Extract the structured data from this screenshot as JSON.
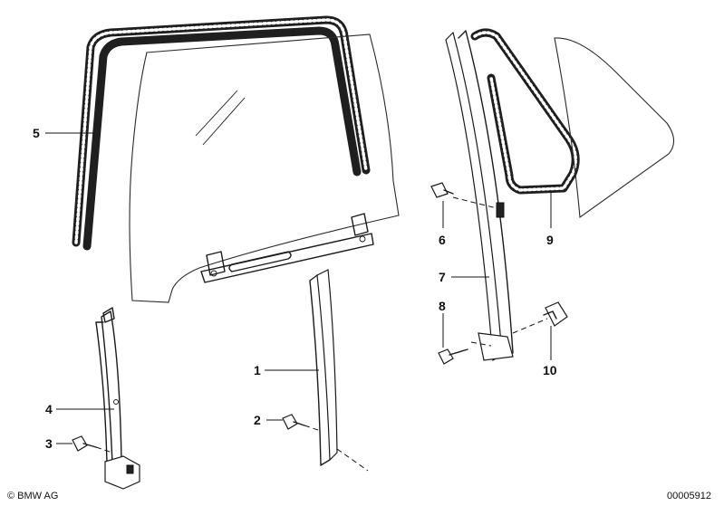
{
  "callouts": [
    {
      "label": "1"
    },
    {
      "label": "2"
    },
    {
      "label": "3"
    },
    {
      "label": "4"
    },
    {
      "label": "5"
    },
    {
      "label": "6"
    },
    {
      "label": "7"
    },
    {
      "label": "8"
    },
    {
      "label": "9"
    },
    {
      "label": "10"
    }
  ],
  "footer": {
    "copyright": "© BMW AG",
    "diagram_number": "00005912"
  }
}
